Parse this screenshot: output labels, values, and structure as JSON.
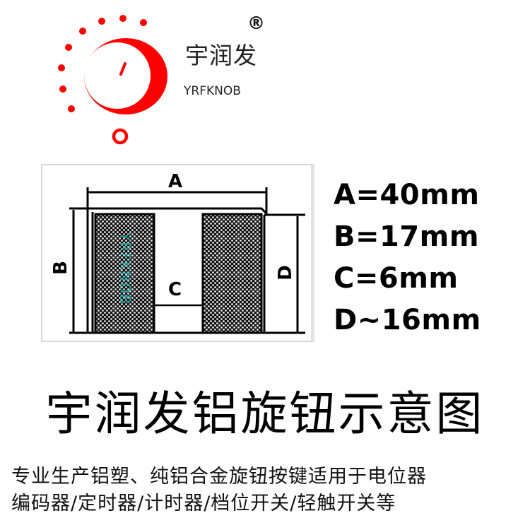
{
  "logo": {
    "brand_name_cn": "宇润发",
    "brand_name_en": "YRFKNOB",
    "registered_mark": "®",
    "accent_color": "#ff0000",
    "icon": "knob-dial-icon"
  },
  "diagram": {
    "labels": {
      "a": "A",
      "b": "B",
      "c": "C",
      "d": "D"
    },
    "watermark": "YRFKNOB",
    "watermark_color": "#2a9a9a"
  },
  "specs": [
    {
      "key": "A",
      "sep": "=",
      "value": "40mm",
      "text": "A=40mm"
    },
    {
      "key": "B",
      "sep": "=",
      "value": "17mm",
      "text": "B=17mm"
    },
    {
      "key": "C",
      "sep": "=",
      "value": "6mm",
      "text": "C=6mm"
    },
    {
      "key": "D",
      "sep": "~",
      "value": "16mm",
      "text": "D~16mm"
    }
  ],
  "title": "宇润发铝旋钮示意图",
  "description": {
    "line1": "专业生产铝塑、纯铝合金旋钮按键适用于电位器",
    "line2": "编码器/定时器/计时器/档位开关/轻触开关等"
  }
}
